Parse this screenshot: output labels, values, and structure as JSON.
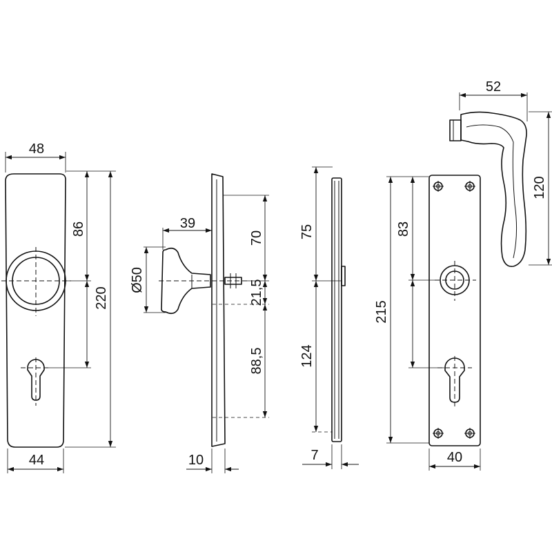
{
  "drawing": {
    "front_view_knob_plate": {
      "width_top": "48",
      "width_bottom": "44",
      "height_upper": "86",
      "height_total": "220"
    },
    "side_view_knob": {
      "knob_projection": "39",
      "knob_diameter": "Ø50",
      "plate_thickness": "10",
      "upper_distance": "70",
      "middle_distance": "21,5",
      "lower_distance": "88,5"
    },
    "side_view_inner_plate": {
      "upper_distance": "75",
      "lower_distance": "124",
      "plate_thickness": "7"
    },
    "front_view_inner_plate": {
      "height_total": "215",
      "upper_distance": "83",
      "width": "40"
    },
    "lever_handle": {
      "projection": "52",
      "height": "120"
    }
  }
}
